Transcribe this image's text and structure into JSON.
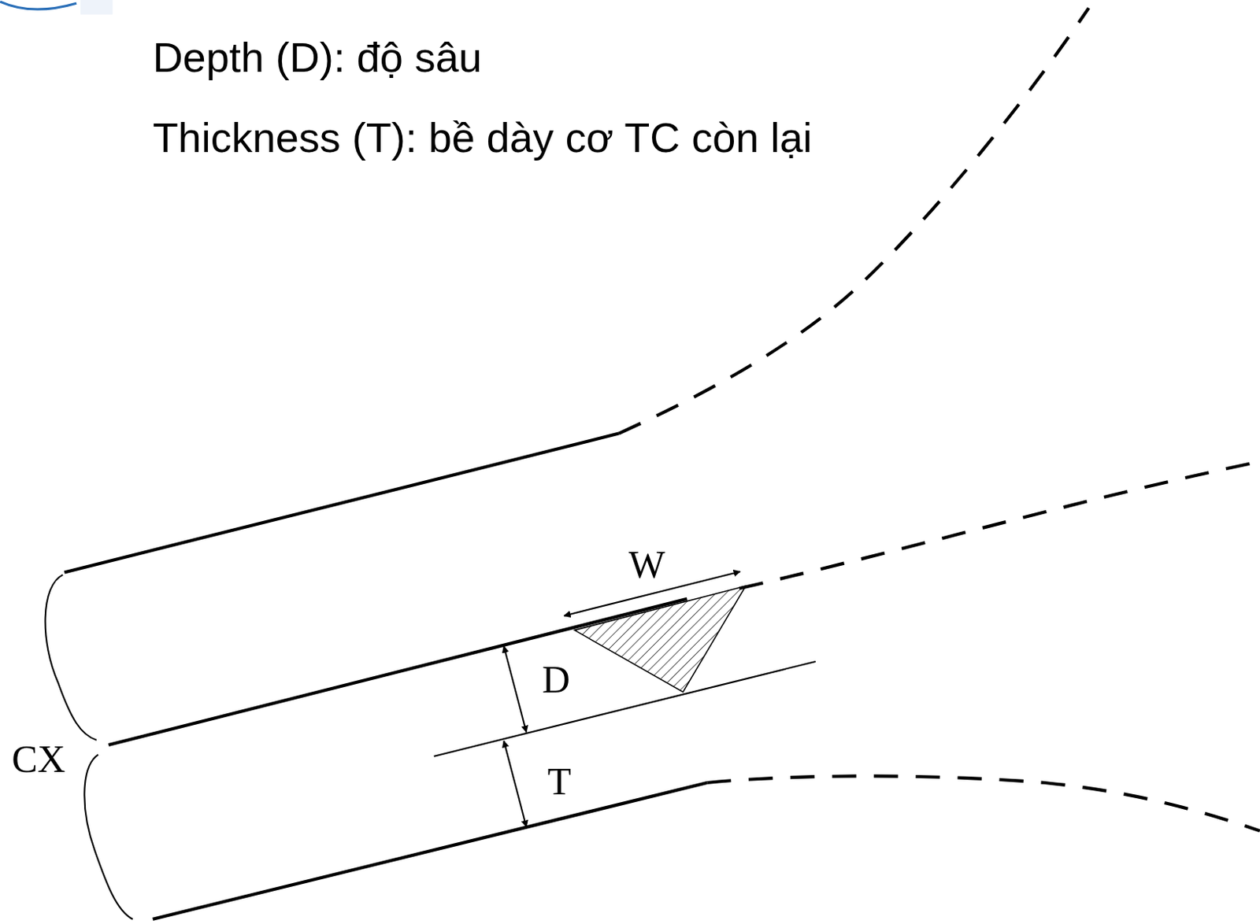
{
  "diagram": {
    "labels": [
      "Depth (D): độ sâu",
      "Thickness (T): bề dày cơ TC còn lại",
      "W",
      "D",
      "T",
      "CX"
    ]
  }
}
